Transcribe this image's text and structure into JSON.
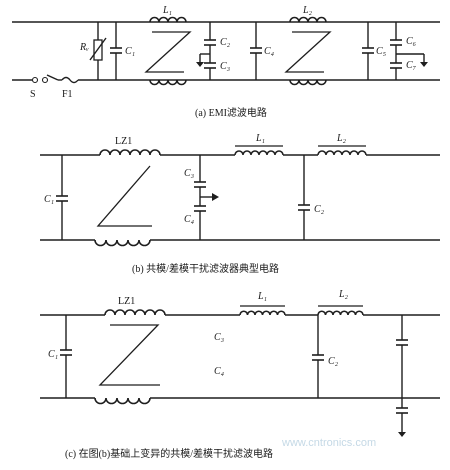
{
  "figure": {
    "panels": [
      {
        "id": "a",
        "caption": "(a) EMI滤波电路",
        "labels": {
          "L1": "L₁",
          "L2": "L₂",
          "Rv": "Rᵥ",
          "C1": "C₁",
          "C2": "C₂",
          "C3": "C₃",
          "C4": "C₄",
          "C5": "C₅",
          "C6": "C₆",
          "C7": "C₇",
          "S": "S",
          "F1": "F1"
        }
      },
      {
        "id": "b",
        "caption": "(b) 共模/差模干扰滤波器典型电路",
        "labels": {
          "LZ1": "LZ1",
          "L1": "L₁",
          "L2": "L₂",
          "C1": "C₁",
          "C3": "C₃",
          "C4": "C₄",
          "C2": "C₂"
        }
      },
      {
        "id": "c",
        "caption": "(c) 在图(b)基础上变异的共模/差模干扰滤波电路",
        "labels": {
          "LZ1": "LZ1",
          "L1": "L₁",
          "L2": "L₂",
          "C1": "C₁",
          "C3": "C₃",
          "C4": "C₄",
          "C2": "C₂"
        }
      }
    ],
    "watermark": "www.cntronics.com"
  }
}
